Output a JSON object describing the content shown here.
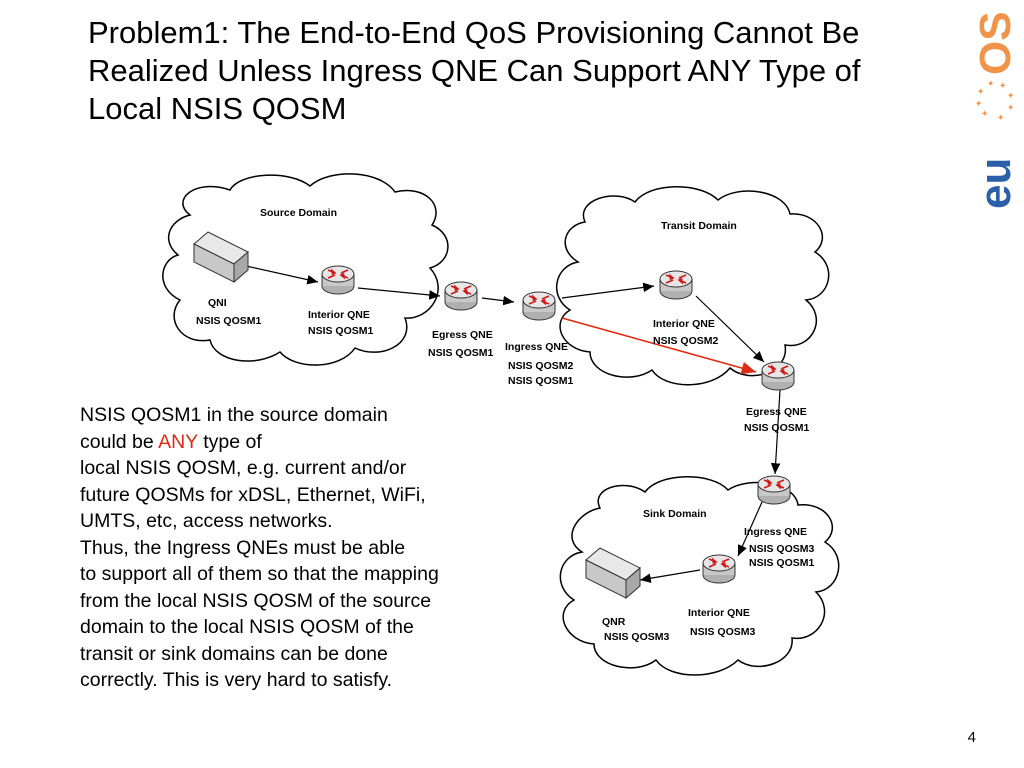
{
  "title": "Problem1: The End-to-End QoS Provisioning Cannot Be Realized Unless Ingress QNE Can Support ANY Type of Local NSIS QOSM",
  "body": {
    "line1": "NSIS QOSM1 in the source domain",
    "line2_pre": "could be ",
    "line2_any": "ANY",
    "line2_post": " type of",
    "line3": "local NSIS QOSM, e.g. current and/or",
    "line4": "future QOSMs for xDSL, Ethernet, WiFi,",
    "line5": "UMTS, etc, access networks.",
    "line6": "Thus, the Ingress QNEs must be able",
    "line7": "to support all of them so that the mapping",
    "line8": "from the local NSIS QOSM of the source",
    "line9": "domain to the local NSIS QOSM of the",
    "line10": "transit or sink domains can be done",
    "line11": "correctly. This is very hard to satisfy."
  },
  "page_number": "4",
  "colors": {
    "accent_red": "#e02a10",
    "logo_orange": "#f0944a",
    "logo_blue": "#2b5fa8"
  },
  "diagram": {
    "domains": {
      "source": "Source Domain",
      "transit": "Transit Domain",
      "sink": "Sink Domain"
    },
    "nodes": {
      "qni": {
        "name": "QNI",
        "qosm": "NSIS QOSM1"
      },
      "src_interior": {
        "name": "Interior QNE",
        "qosm": "NSIS QOSM1"
      },
      "src_egress": {
        "name": "Egress QNE",
        "qosm": "NSIS QOSM1"
      },
      "tr_ingress": {
        "name": "Ingress QNE",
        "qosm_a": "NSIS QOSM2",
        "qosm_b": "NSIS QOSM1"
      },
      "tr_interior": {
        "name": "Interior QNE",
        "qosm": "NSIS QOSM2"
      },
      "tr_egress": {
        "name": "Egress QNE",
        "qosm": "NSIS QOSM1"
      },
      "sk_ingress": {
        "name": "Ingress QNE",
        "qosm_a": "NSIS QOSM3",
        "qosm_b": "NSIS QOSM1"
      },
      "sk_interior": {
        "name": "Interior QNE",
        "qosm": "NSIS QOSM3"
      },
      "qnr": {
        "name": "QNR",
        "qosm": "NSIS QOSM3"
      }
    }
  },
  "logo": {
    "text": "EU OS"
  }
}
